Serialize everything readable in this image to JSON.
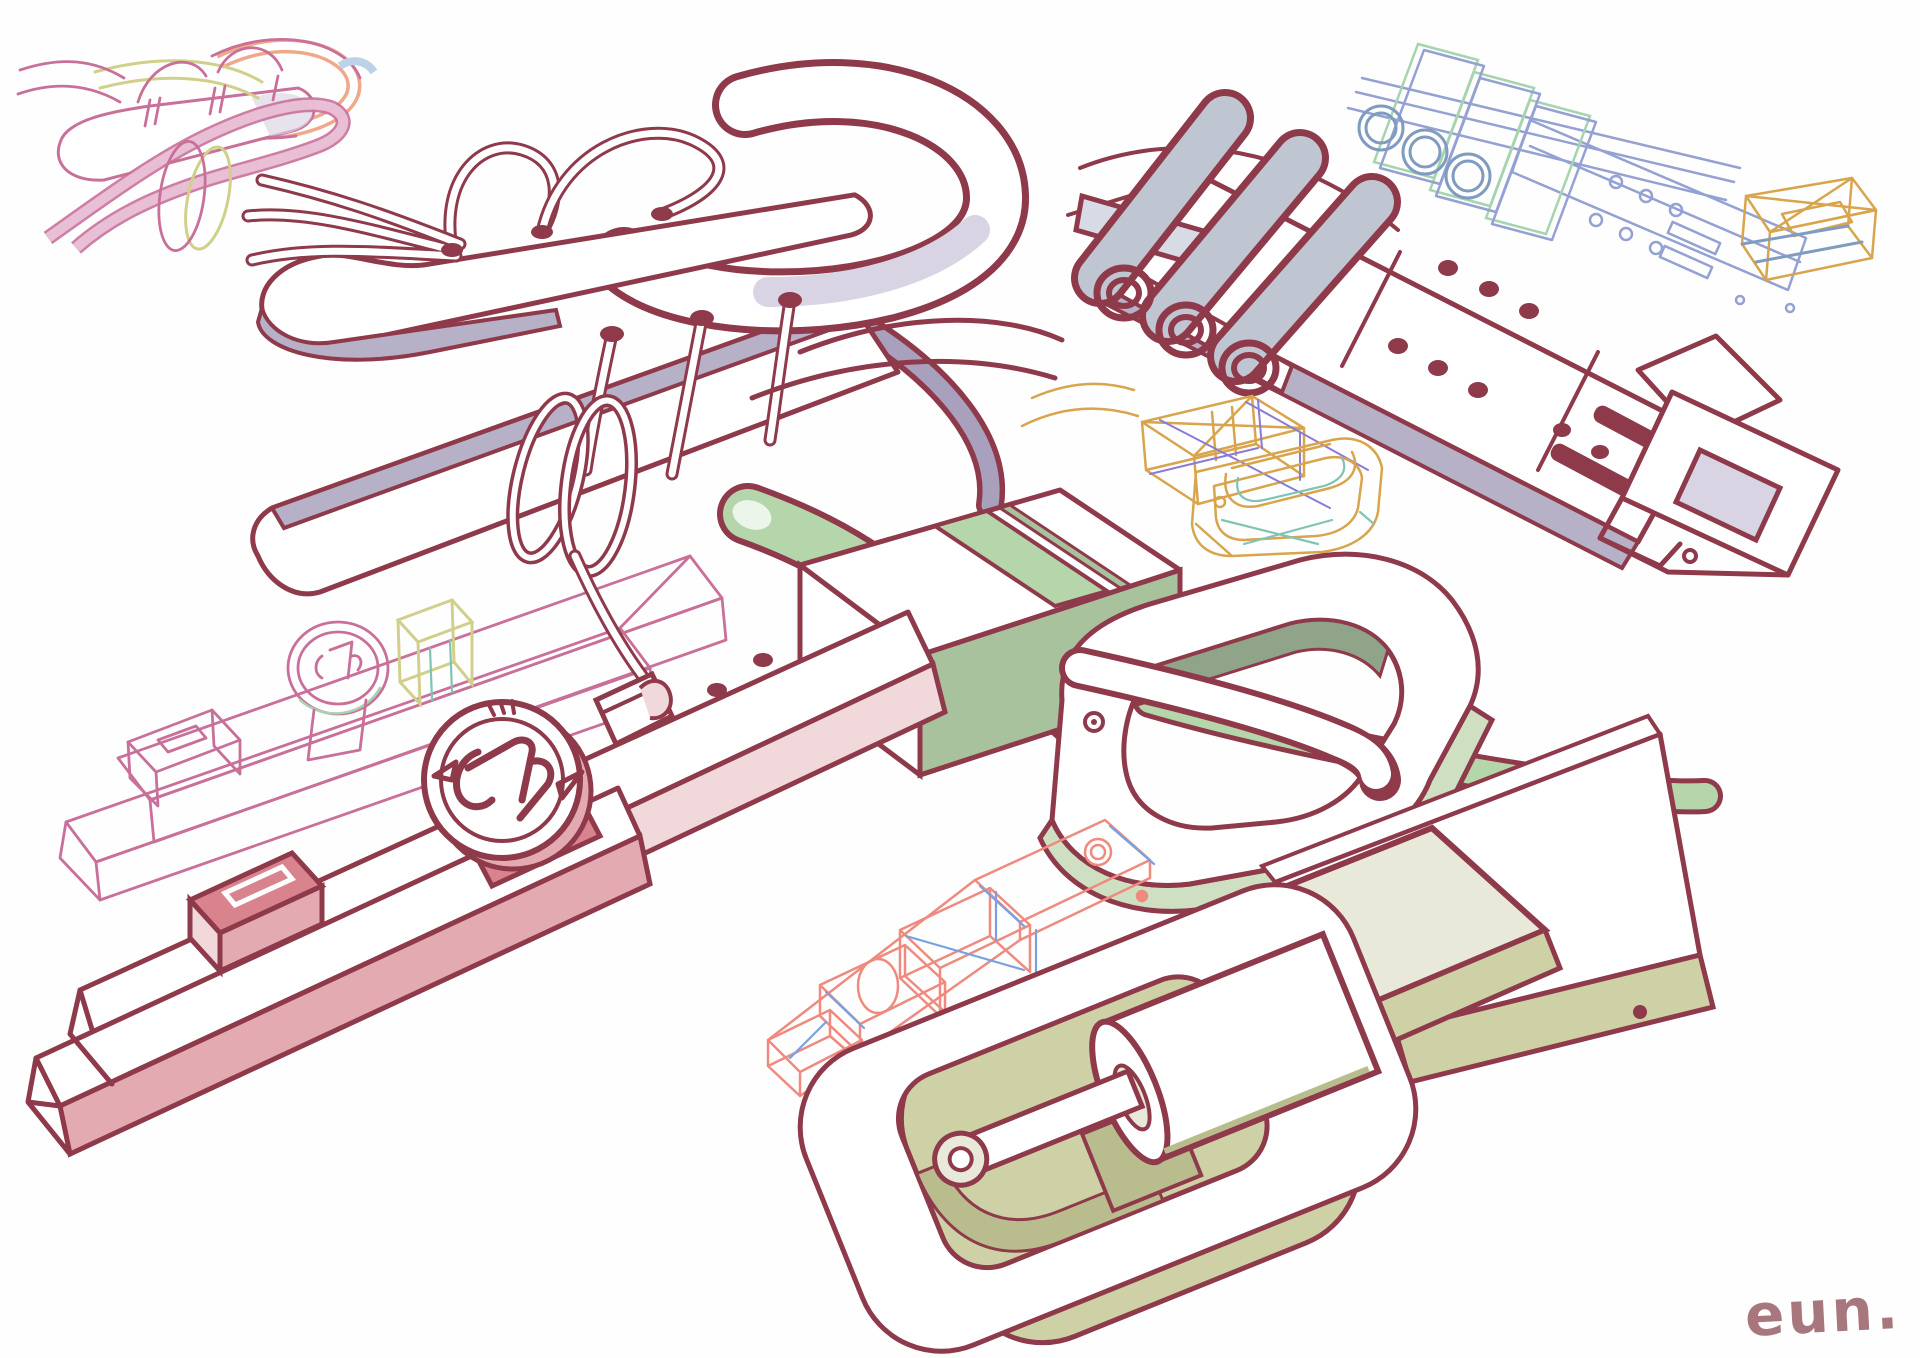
{
  "artwork": {
    "title": "belt-buckle-concept-sketch-sheet",
    "signature": "eun.",
    "sketches": [
      {
        "id": "lace-belt-rough",
        "kind": "rough-color-sketch"
      },
      {
        "id": "lace-belt-render",
        "kind": "lined-render"
      },
      {
        "id": "ring-strap-belt-wireframe",
        "kind": "wireframe"
      },
      {
        "id": "ring-strap-belt-render",
        "kind": "lined-render"
      },
      {
        "id": "frame-buckle-wireframe",
        "kind": "wireframe"
      },
      {
        "id": "frame-buckle-render",
        "kind": "lined-render"
      },
      {
        "id": "medallion-belt-wireframe",
        "kind": "wireframe"
      },
      {
        "id": "medallion-belt-render",
        "kind": "lined-render"
      },
      {
        "id": "roller-buckle-wireframe",
        "kind": "wireframe"
      },
      {
        "id": "roller-buckle-render",
        "kind": "lined-render"
      }
    ]
  },
  "palette": {
    "ink": "#8e3a4b",
    "lavender": "#b7b1c8",
    "lavlight": "#d8d4e4",
    "bluegray": "#bfc6d2",
    "bluegraylight": "#d6dbe6",
    "pinklight": "#f0d8db",
    "pinkmid": "#e4aab1",
    "pinkdark": "#d9838e",
    "greenstrap": "#b5d6ab",
    "greenlight": "#cfe0c2",
    "greenmid": "#a9c29e",
    "greendark": "#8fa489",
    "olivelight": "#e9e9d9",
    "olive": "#ced1a5",
    "olivedark": "#b9bd8e",
    "sketchpink": "#c9709a",
    "sketchpinkfill": "#eccade",
    "peach": "#efa98a",
    "peachlight": "#f9d6c2",
    "chartreuse": "#d0d08a",
    "sky": "#bcd2ea",
    "periwinkle": "#93a1d3",
    "steelblue": "#7f9cc0",
    "mint": "#a5d4ae",
    "orange": "#d8a44c",
    "purple": "#8b7bd8",
    "teal": "#7fc4b4",
    "salmon": "#ef8a7f",
    "bluewire": "#7aa0e0",
    "sig": "#a8777d"
  }
}
